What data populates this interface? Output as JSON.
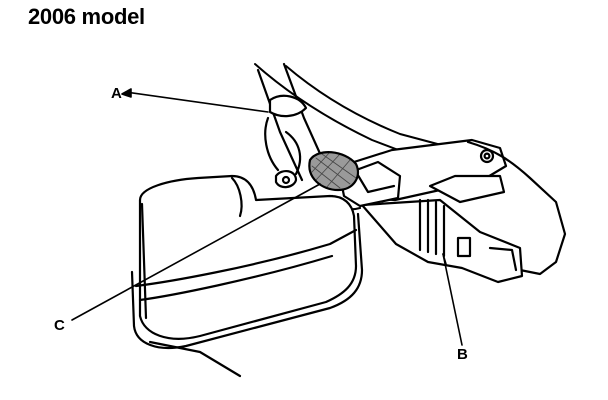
{
  "title": "2006 model",
  "callouts": {
    "a": "A",
    "b": "B",
    "c": "C"
  }
}
